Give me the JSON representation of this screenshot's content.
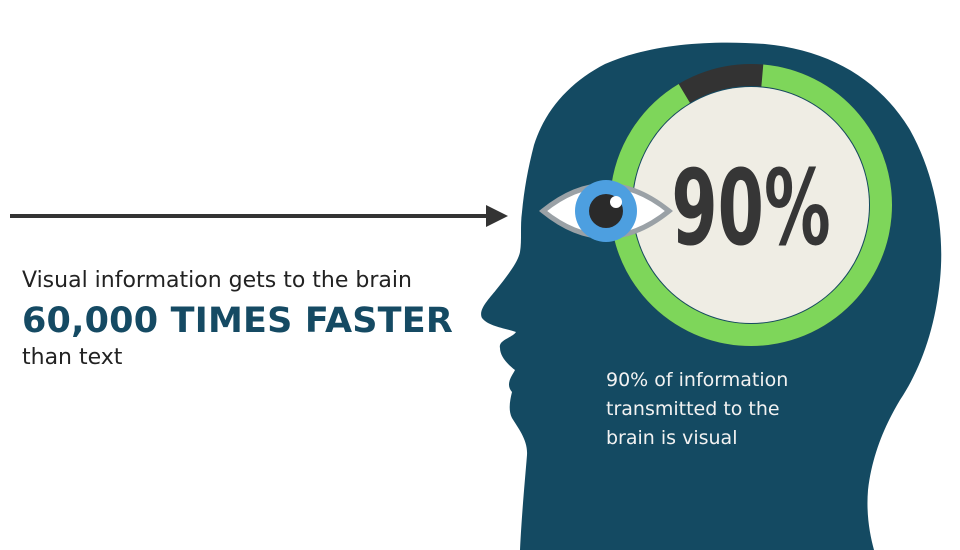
{
  "headline": {
    "intro": "Visual information gets to the brain",
    "highlight": "60,000 TIMES FASTER",
    "outro": "than text"
  },
  "stat": {
    "value": "90%",
    "percent": 90,
    "caption_lines": [
      "90% of information",
      "transmitted to the",
      "brain is visual"
    ]
  },
  "colors": {
    "head": "#144a62",
    "ring_fill": "#7ed65a",
    "ring_track": "#333333",
    "inner_circle": "#efede4",
    "percent_text": "#363636",
    "iris": "#4d9fe0",
    "eye_white": "#ffffff",
    "eye_outline": "#9aa1a6",
    "pupil": "#2a2a2a",
    "arrow": "#333333",
    "highlight_text": "#154a63"
  },
  "icons": {
    "eye": "eye-icon",
    "arrow": "arrow-right-icon",
    "head": "head-silhouette-icon"
  }
}
